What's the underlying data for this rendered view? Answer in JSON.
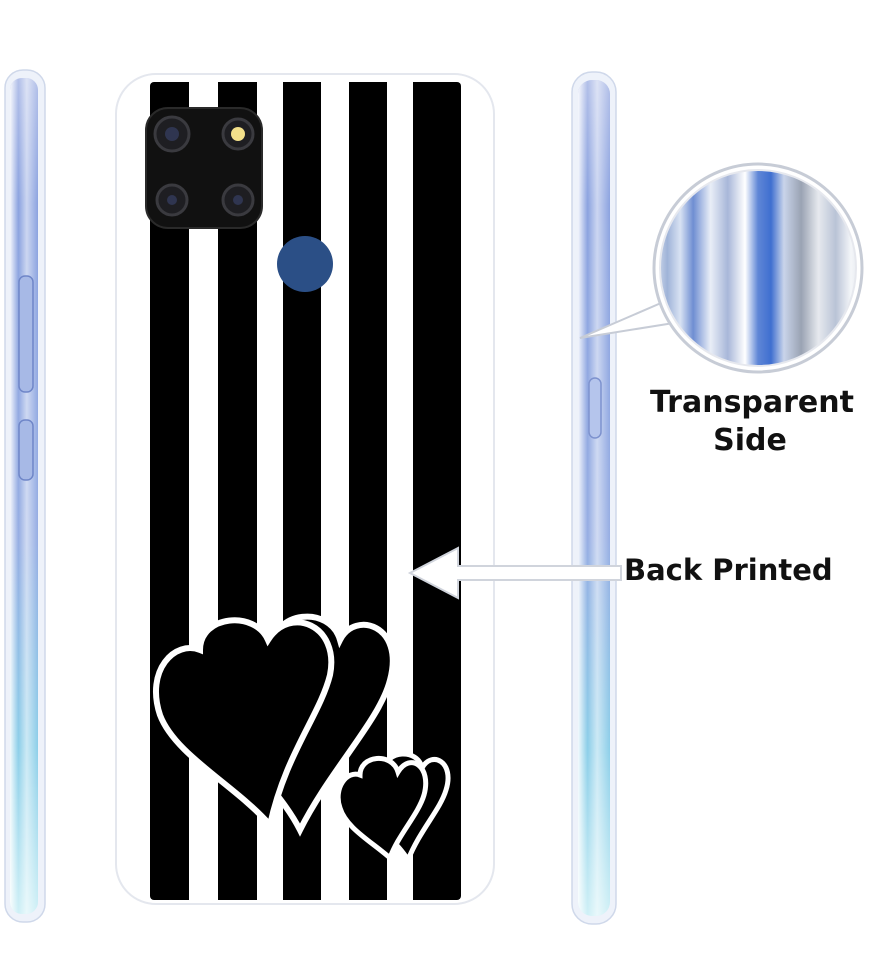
{
  "callouts": {
    "transparent_line1": "Transparent",
    "transparent_line2": "Side",
    "back_printed": "Back Printed"
  },
  "colors": {
    "stripe_dark": "#000000",
    "stripe_light": "#ffffff",
    "fingerprint_sensor": "#2b4f86",
    "side_blue": "#7e98dc",
    "side_teal": "#7fd7e8",
    "flash": "#f3e08a"
  },
  "icons": {
    "camera_module": "camera-module-icon",
    "fingerprint": "fingerprint-sensor-icon",
    "arrow": "arrow-left-icon"
  }
}
